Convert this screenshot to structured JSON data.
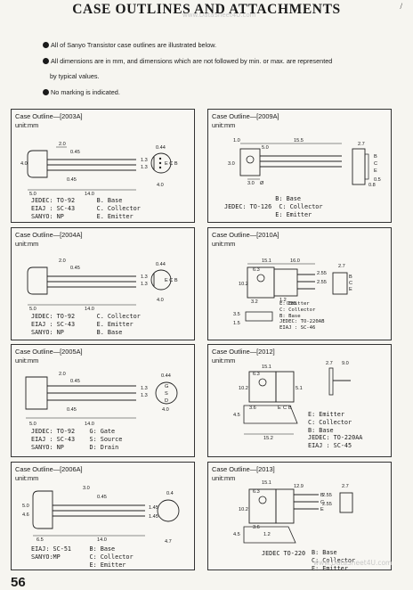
{
  "header": {
    "title": "CASE OUTLINES AND ATTACHMENTS",
    "watermark_top": "www.DataSheet4U.com",
    "corner_mark": "/"
  },
  "notes": [
    "All of Sanyo Transistor case outlines are illustrated below.",
    "All dimensions are in mm, and dimensions which are not followed by min. or max. are represented",
    "by typical values.",
    "No marking is indicated."
  ],
  "cases": [
    {
      "title": "Case Outline—[2003A]",
      "unit": "unit:mm",
      "dims": [
        "2.0",
        "0.45",
        "0.44",
        "5.0",
        "14.0",
        "4.0",
        "0.45",
        "4.0",
        "1.3",
        "1.3",
        "E C B"
      ],
      "legend": "JEDEC: TO-92      B. Base\nEIAJ : SC-43      C. Collector\nSANYO: NP         E. Emitter"
    },
    {
      "title": "Case Outline—[2009A]",
      "unit": "unit:mm",
      "dims": [
        "1.0",
        "15.5",
        "3.0",
        "5.0",
        "2.7",
        "3.0",
        "0.8",
        "0.5",
        "Ø"
      ],
      "pins": [
        "B",
        "C",
        "E"
      ],
      "legend": "              B: Base\nJEDEC: TO-126  C: Collector\n              E: Emitter"
    },
    {
      "title": "Case Outline—[2004A]",
      "unit": "unit:mm",
      "dims": [
        "2.0",
        "0.45",
        "0.44",
        "5.0",
        "14.0",
        "4.0",
        "1.3",
        "1.3",
        "E C B"
      ],
      "legend": "JEDEC: TO-92      C. Collector\nEIAJ : SC-43      E. Emitter\nSANYO: NP         B. Base"
    },
    {
      "title": "Case Outline—[2010A]",
      "unit": "unit:mm",
      "dims": [
        "15.1",
        "16.0",
        "6.3",
        "2.7",
        "10.2",
        "3.2",
        "1.2",
        "0.85",
        "3.5",
        "2.55",
        "2.55",
        "1.5"
      ],
      "pins": [
        "B",
        "C",
        "E"
      ],
      "legend": "E: Emitter\nC: Collector\nB: Base",
      "legend_small": "JEDEC: TO-220AB\nEIAJ : SC-46"
    },
    {
      "title": "Case Outline—[2005A]",
      "unit": "unit:mm",
      "dims": [
        "2.0",
        "0.45",
        "0.44",
        "5.0",
        "14.0",
        "4.0",
        "0.45",
        "1.3",
        "1.3"
      ],
      "pins": [
        "G",
        "S",
        "D"
      ],
      "legend": "JEDEC: TO-92    G: Gate\nEIAJ : SC-43    S: Source\nSANYO: NP       D: Drain"
    },
    {
      "title": "Case Outline—[2012]",
      "unit": "unit:mm",
      "dims": [
        "15.1",
        "6.3",
        "2.7",
        "9.0",
        "10.2",
        "5.1",
        "4.5",
        "15.2",
        "3.6"
      ],
      "pins": [
        "E",
        "C",
        "B"
      ],
      "legend": "E: Emitter\nC: Collector\nB: Base\nJEDEC: TO-220AA\nEIAJ : SC-45"
    },
    {
      "title": "Case Outline—[2006A]",
      "unit": "unit:mm",
      "dims": [
        "3.0",
        "0.45",
        "0.4",
        "6.5",
        "14.0",
        "4.7",
        "1.45",
        "1.45",
        "5.0",
        "4.6"
      ],
      "legend": "EIAJ: SC-51     B: Base\nSANYO:MP        C: Collector\n                E: Emitter"
    },
    {
      "title": "Case Outline—[2013]",
      "unit": "unit:mm",
      "dims": [
        "15.1",
        "6.3",
        "12.9",
        "2.7",
        "10.2",
        "3.6",
        "4.5",
        "2.55",
        "2.55",
        "1.2"
      ],
      "pins": [
        "B",
        "C",
        "E"
      ],
      "legend": "JEDEC TO-220",
      "legend2": "B: Base\nC: Collector\nE: Emitter"
    }
  ],
  "footer": {
    "page_number": "56",
    "watermark": "www.DataSheet4U.com"
  }
}
